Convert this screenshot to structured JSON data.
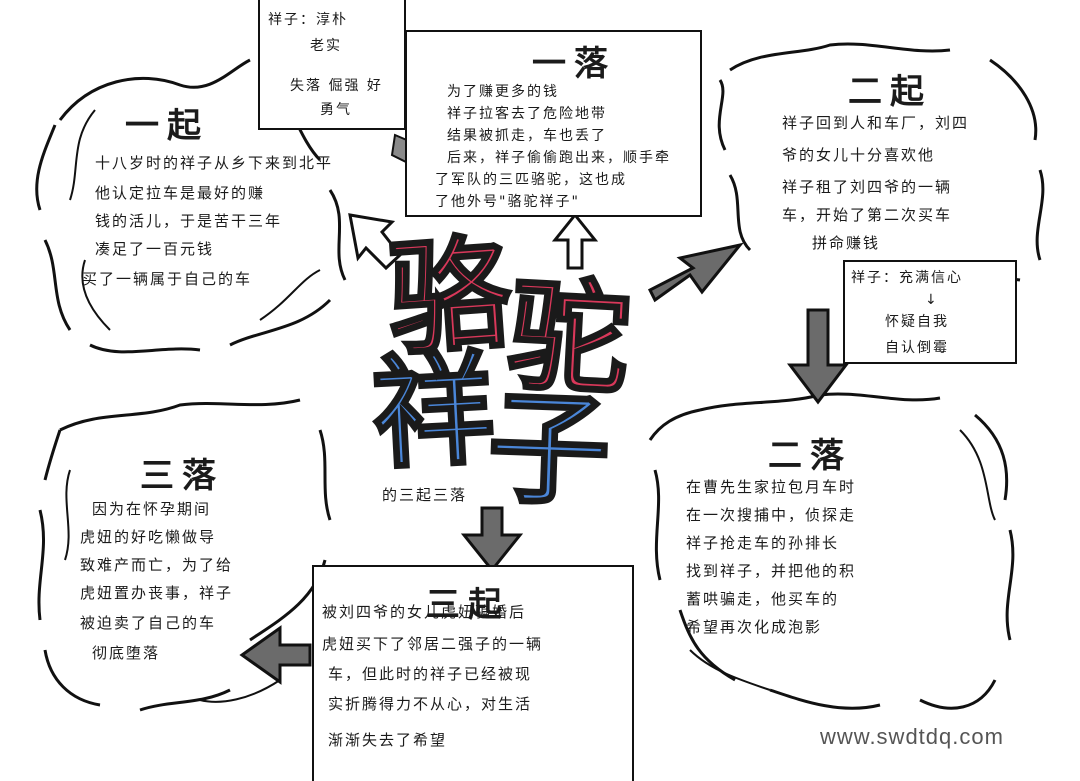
{
  "colors": {
    "red": "#d9385a",
    "blue": "#4a86d8",
    "ink": "#1b1b1b",
    "arrow": "#6b6b6b"
  },
  "title": {
    "chars": [
      "骆",
      "驼",
      "祥",
      "子"
    ],
    "subtitle": "的三起三落"
  },
  "note_top_left": {
    "lines": [
      "祥子：淳朴",
      "老实",
      "失落 倔强 好",
      "勇气"
    ]
  },
  "luo1": {
    "heading": "一落",
    "lines": [
      "为了赚更多的钱",
      "祥子拉客去了危险地带",
      "结果被抓走，车也丢了",
      "后来，祥子偷偷跑出来，顺手牵",
      "了军队的三匹骆驼，这也成",
      "了他外号\"骆驼祥子\""
    ]
  },
  "qi1": {
    "heading": "一起",
    "lines": [
      "十八岁时的祥子从乡下来到北平",
      "他认定拉车是最好的赚",
      "钱的活儿，于是苦干三年",
      "凑足了一百元钱",
      "买了一辆属于自己的车"
    ]
  },
  "qi2": {
    "heading": "二起",
    "lines": [
      "祥子回到人和车厂，刘四",
      "爷的女儿十分喜欢他",
      "祥子租了刘四爷的一辆",
      "车，开始了第二次买车",
      "拼命赚钱"
    ]
  },
  "note_right": {
    "lines": [
      "祥子：充满信心",
      "↓",
      "怀疑自我",
      "自认倒霉"
    ]
  },
  "luo2": {
    "heading": "二落",
    "lines": [
      "在曹先生家拉包月车时",
      "在一次搜捕中，侦探走",
      "祥子抢走车的孙排长",
      "找到祥子，并把他的积",
      "蓄哄骗走，他买车的",
      "希望再次化成泡影"
    ]
  },
  "luo3": {
    "heading": "三落",
    "lines": [
      "因为在怀孕期间",
      "虎妞的好吃懒做导",
      "致难产而亡，为了给",
      "虎妞置办丧事，祥子",
      "被迫卖了自己的车",
      "彻底堕落"
    ]
  },
  "qi3": {
    "heading": "三起",
    "lines": [
      "被刘四爷的女儿虎妞骗婚后",
      "虎妞买下了邻居二强子的一辆",
      "车，但此时的祥子已经被现",
      "实折腾得力不从心，对生活",
      "渐渐失去了希望"
    ]
  },
  "watermark": "www.swdtdq.com"
}
